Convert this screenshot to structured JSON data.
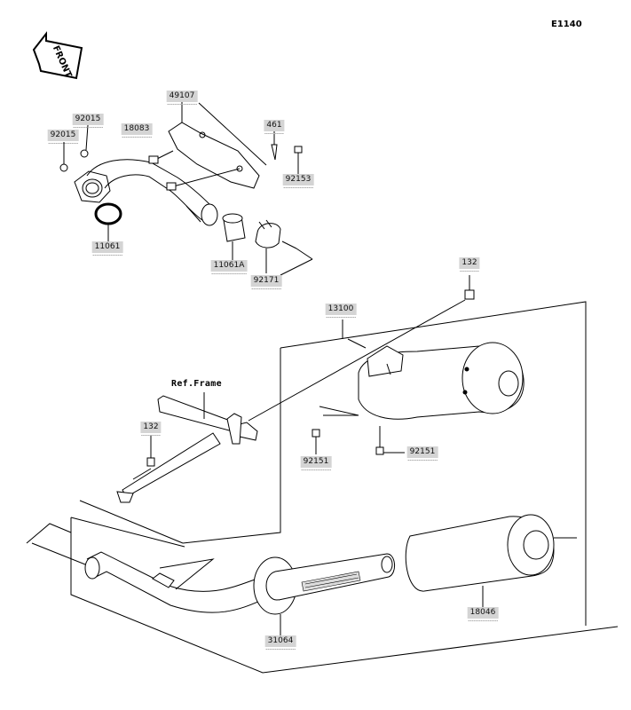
{
  "diagram_id": "E1140",
  "direction_label": "FRONT",
  "ref_label": "Ref.Frame",
  "parts": {
    "p49107": "49107",
    "p92015a": "92015",
    "p92015b": "92015",
    "p18083": "18083",
    "p461": "461",
    "p92153": "92153",
    "p11061": "11061",
    "p11061a": "11061A",
    "p92171": "92171",
    "p132a": "132",
    "p13100": "13100",
    "p132b": "132",
    "p92151a": "92151",
    "p92151b": "92151",
    "p18046": "18046",
    "p31064": "31064"
  }
}
